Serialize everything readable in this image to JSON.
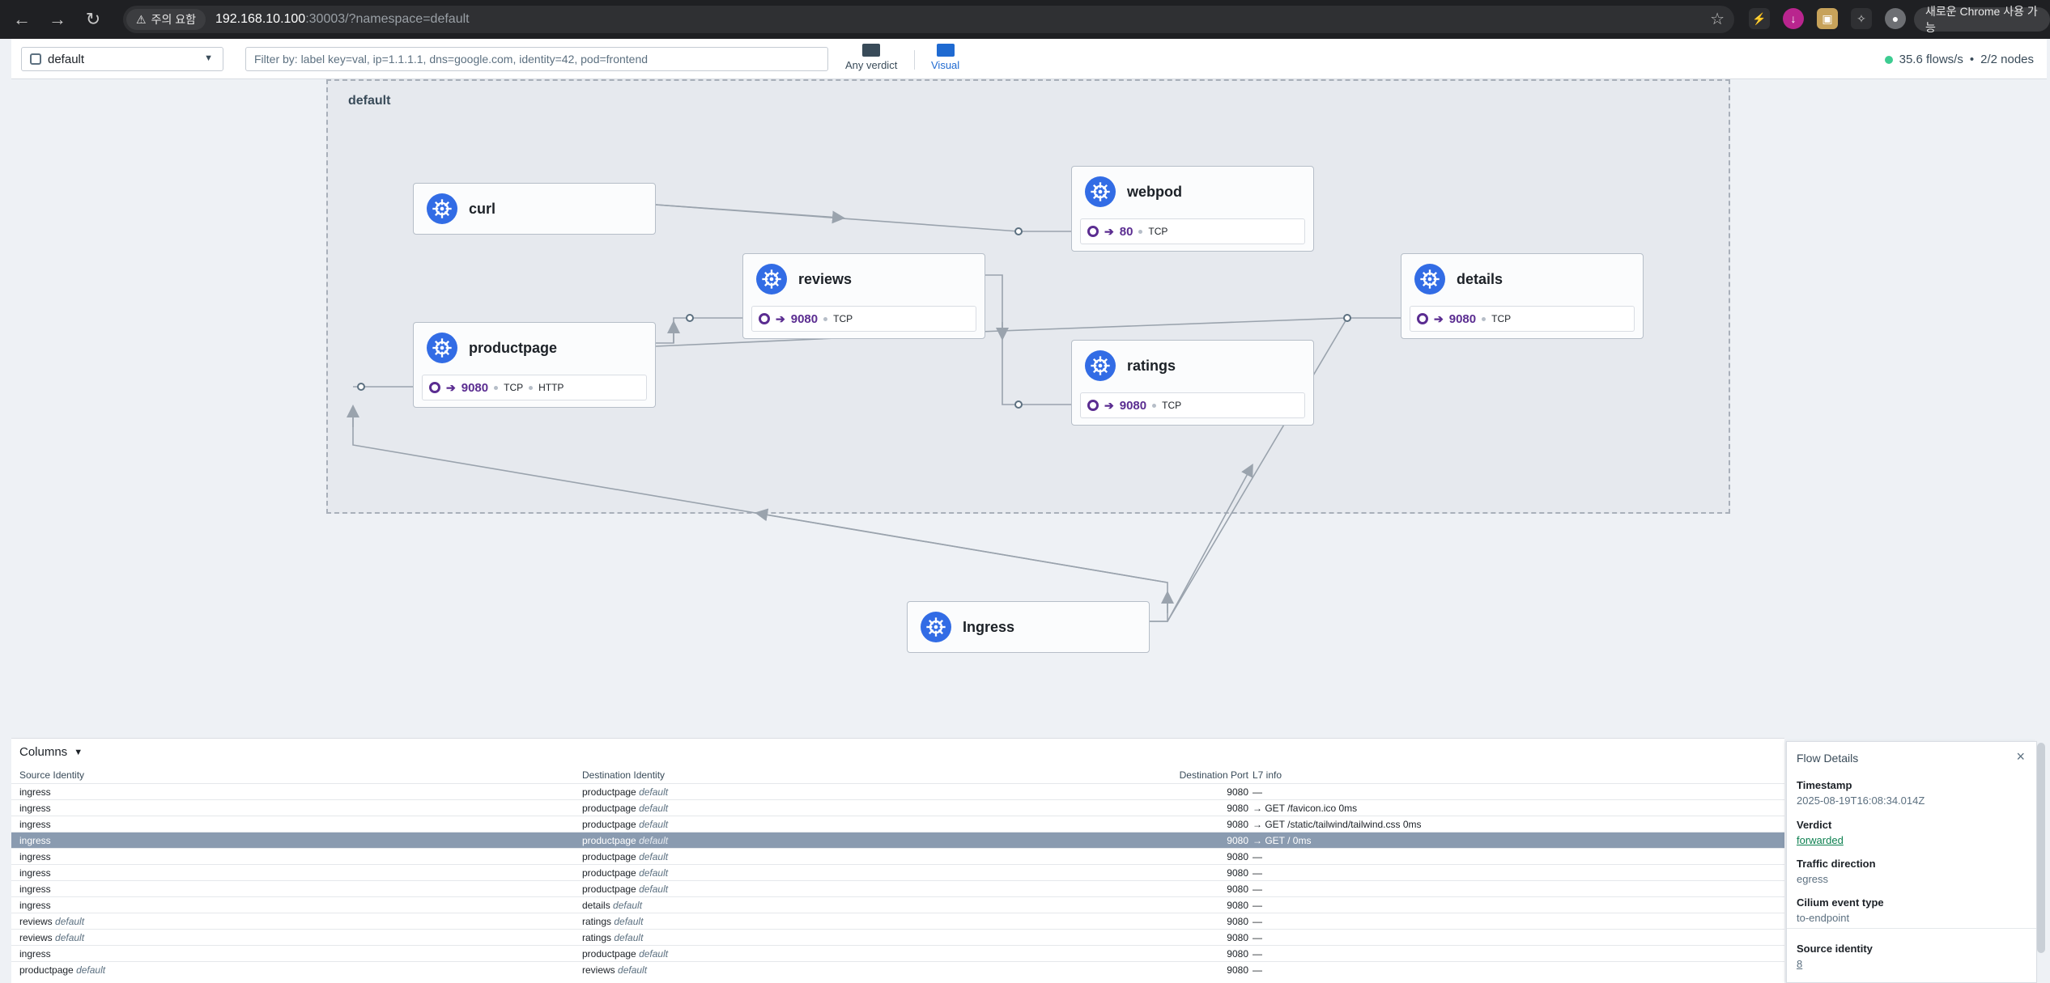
{
  "browser": {
    "warning": "주의 요함",
    "url_host": "192.168.10.100",
    "url_rest": ":30003/?namespace=default",
    "new_chrome": "새로운 Chrome 사용 가능"
  },
  "toolbar": {
    "namespace": "default",
    "filter_placeholder": "Filter by: label key=val, ip=1.1.1.1, dns=google.com, identity=42, pod=frontend",
    "verdict_label": "Any verdict",
    "visual_label": "Visual",
    "flows_rate": "35.6 flows/s",
    "nodes": "2/2 nodes"
  },
  "graph": {
    "namespace_label": "default",
    "services": {
      "curl": {
        "name": "curl"
      },
      "webpod": {
        "name": "webpod",
        "port": "80",
        "protocols": [
          "TCP"
        ]
      },
      "reviews": {
        "name": "reviews",
        "port": "9080",
        "protocols": [
          "TCP"
        ]
      },
      "details": {
        "name": "details",
        "port": "9080",
        "protocols": [
          "TCP"
        ]
      },
      "productpage": {
        "name": "productpage",
        "port": "9080",
        "protocols": [
          "TCP",
          "HTTP"
        ]
      },
      "ratings": {
        "name": "ratings",
        "port": "9080",
        "protocols": [
          "TCP"
        ]
      },
      "ingress": {
        "name": "Ingress"
      }
    }
  },
  "table": {
    "columns_label": "Columns",
    "headers": {
      "source": "Source Identity",
      "destination": "Destination Identity",
      "port": "Destination Port",
      "l7": "L7 info"
    },
    "rows": [
      {
        "src": "ingress",
        "src_ns": "",
        "dst": "productpage",
        "dst_ns": "default",
        "port": "9080",
        "l7": "—"
      },
      {
        "src": "ingress",
        "src_ns": "",
        "dst": "productpage",
        "dst_ns": "default",
        "port": "9080",
        "l7": "→  GET  /favicon.ico  0ms"
      },
      {
        "src": "ingress",
        "src_ns": "",
        "dst": "productpage",
        "dst_ns": "default",
        "port": "9080",
        "l7": "→  GET  /static/tailwind/tailwind.css  0ms"
      },
      {
        "src": "ingress",
        "src_ns": "",
        "dst": "productpage",
        "dst_ns": "default",
        "port": "9080",
        "l7": "→  GET  /  0ms",
        "selected": true
      },
      {
        "src": "ingress",
        "src_ns": "",
        "dst": "productpage",
        "dst_ns": "default",
        "port": "9080",
        "l7": "—"
      },
      {
        "src": "ingress",
        "src_ns": "",
        "dst": "productpage",
        "dst_ns": "default",
        "port": "9080",
        "l7": "—"
      },
      {
        "src": "ingress",
        "src_ns": "",
        "dst": "productpage",
        "dst_ns": "default",
        "port": "9080",
        "l7": "—"
      },
      {
        "src": "ingress",
        "src_ns": "",
        "dst": "details",
        "dst_ns": "default",
        "port": "9080",
        "l7": "—"
      },
      {
        "src": "reviews",
        "src_ns": "default",
        "dst": "ratings",
        "dst_ns": "default",
        "port": "9080",
        "l7": "—"
      },
      {
        "src": "reviews",
        "src_ns": "default",
        "dst": "ratings",
        "dst_ns": "default",
        "port": "9080",
        "l7": "—"
      },
      {
        "src": "ingress",
        "src_ns": "",
        "dst": "productpage",
        "dst_ns": "default",
        "port": "9080",
        "l7": "—"
      },
      {
        "src": "productpage",
        "src_ns": "default",
        "dst": "reviews",
        "dst_ns": "default",
        "port": "9080",
        "l7": "—"
      }
    ]
  },
  "flow_details": {
    "title": "Flow Details",
    "timestamp_label": "Timestamp",
    "timestamp": "2025-08-19T16:08:34.014Z",
    "verdict_label": "Verdict",
    "verdict": "forwarded",
    "direction_label": "Traffic direction",
    "direction": "egress",
    "event_label": "Cilium event type",
    "event": "to-endpoint",
    "source_identity_label": "Source identity",
    "source_identity": "8"
  },
  "colors": {
    "accent": "#326ce5",
    "port": "#5b2d91",
    "forwarded": "#0d8050"
  }
}
